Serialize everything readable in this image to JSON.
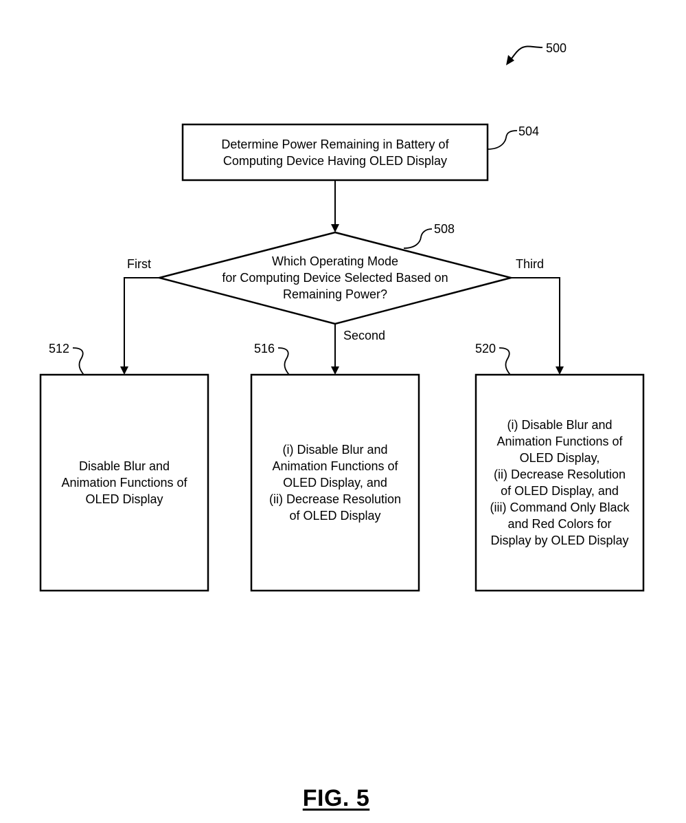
{
  "figure": {
    "label": "FIG. 5",
    "ref": "500"
  },
  "steps": {
    "determine": {
      "ref": "504",
      "text": "Determine Power Remaining in Battery of\nComputing Device Having OLED Display"
    },
    "decision": {
      "ref": "508",
      "text": "Which Operating Mode\nfor Computing Device Selected Based on\nRemaining Power?",
      "branches": {
        "first": "First",
        "second": "Second",
        "third": "Third"
      }
    },
    "first_mode": {
      "ref": "512",
      "text": "Disable Blur and\nAnimation Functions of\nOLED Display"
    },
    "second_mode": {
      "ref": "516",
      "text": "(i) Disable Blur and\nAnimation Functions of\nOLED Display, and\n(ii) Decrease Resolution\nof OLED Display"
    },
    "third_mode": {
      "ref": "520",
      "text": "(i) Disable Blur and\nAnimation Functions of\nOLED Display,\n(ii) Decrease Resolution\nof OLED Display, and\n(iii) Command Only Black\nand Red Colors for\nDisplay by OLED Display"
    }
  }
}
